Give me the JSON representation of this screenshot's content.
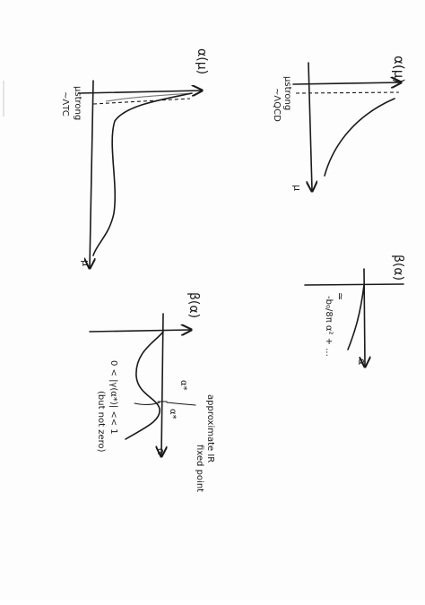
{
  "panel_alpha_mu": {
    "axis_label": "α(μ)",
    "mu_label": "μstrong",
    "scale_label": "~ΛQCD",
    "mu_axis": "μ"
  },
  "panel_alpha_mu_c": {
    "axis_label": "α(μ)",
    "mu_label": "μstrong",
    "scale_label": "~ΛTC",
    "mu_axis": "μ"
  },
  "panel_beta_one_loop": {
    "axis_label": "β(α)",
    "approx": "≃",
    "formula": "-b₀/8π α² + ...",
    "alpha_axis": "α"
  },
  "panel_beta_fixed_point": {
    "axis_label": "β(α)",
    "alpha_star": "α*",
    "condition": "0 < |γ(α*)| << 1",
    "note": "(but not zero)",
    "annotation_line1": "approximate IR",
    "annotation_line2": "fixed point",
    "alpha_axis": "α"
  }
}
